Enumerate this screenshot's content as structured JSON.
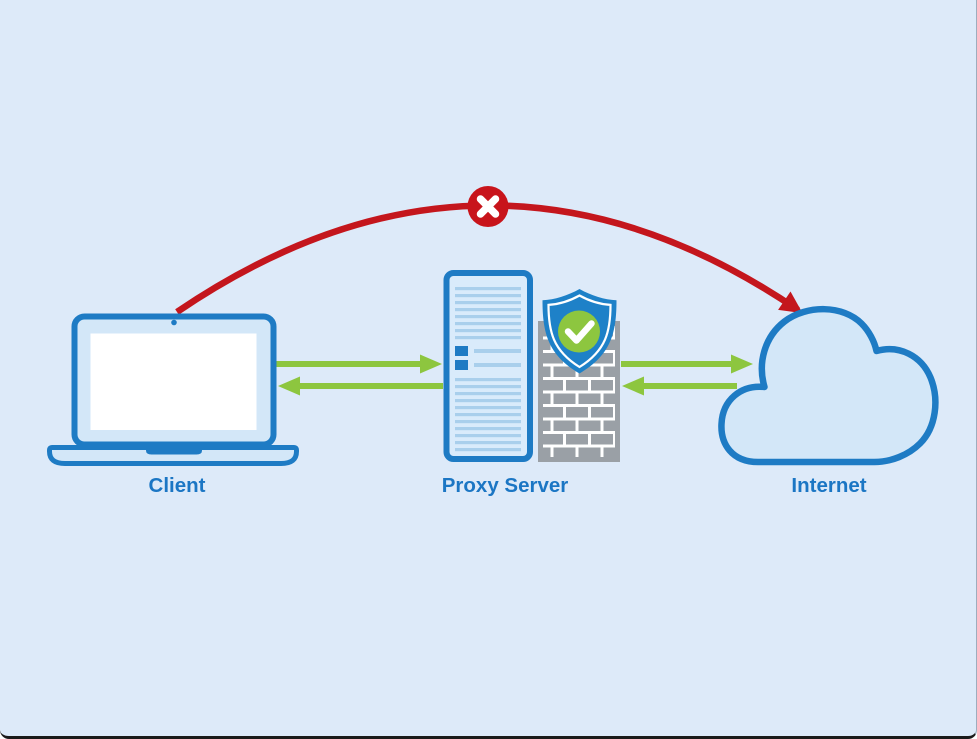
{
  "nodes": {
    "client": {
      "label": "Client",
      "icon": "laptop-icon"
    },
    "proxy": {
      "label": "Proxy Server",
      "icons": [
        "server-icon",
        "firewall-icon",
        "shield-check-icon"
      ]
    },
    "internet": {
      "label": "Internet",
      "icon": "cloud-icon"
    }
  },
  "flows": {
    "client_to_proxy": {
      "type": "allowed",
      "direction": "bidirectional",
      "style": "green-arrows"
    },
    "proxy_to_internet": {
      "type": "allowed",
      "direction": "bidirectional",
      "style": "green-arrows"
    },
    "client_direct_internet": {
      "type": "blocked",
      "direction": "client-to-internet",
      "style": "red-arc",
      "badge": "x-mark-badge"
    }
  },
  "colors": {
    "background": "#ddeaf9",
    "outline_blue": "#1e7bc4",
    "fill_light": "#d3e7f8",
    "label_blue": "#1b76c4",
    "arrow_green": "#8dc63f",
    "blocked_red": "#c4161d",
    "badge_red": "#c8141b",
    "firewall_gray": "#9aa0a6",
    "check_green": "#8dc63f",
    "server_lines": "#a9cfec"
  }
}
